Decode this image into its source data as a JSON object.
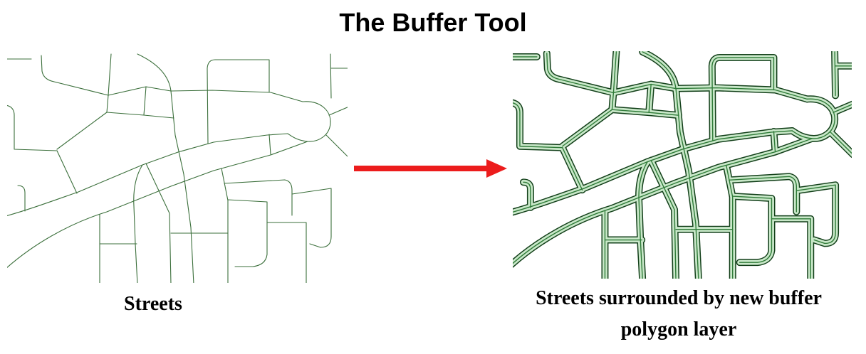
{
  "title": "The Buffer Tool",
  "left_panel": {
    "caption": "Streets"
  },
  "right_panel": {
    "caption_lines": [
      "Streets surrounded by new buffer",
      "polygon layer"
    ]
  },
  "arrow": {
    "icon": "right-arrow"
  },
  "colors": {
    "street_line": "#3b6f3b",
    "buffer_outline": "#123f19",
    "buffer_fill": "#c9e8c9",
    "buffer_centerline": "#2f7a38",
    "arrow": "#ec1c1c"
  }
}
